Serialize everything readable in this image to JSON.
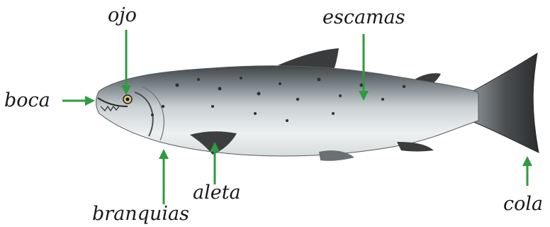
{
  "diagram": {
    "labels": {
      "ojo": "ojo",
      "escamas": "escamas",
      "boca": "boca",
      "aleta": "aleta",
      "branquias": "branquias",
      "cola": "cola"
    },
    "colors": {
      "arrow": "#2e9b3f",
      "body_light": "#eef1f1",
      "body_mid": "#b9c1c4",
      "back": "#4a4f52",
      "fin": "#3a3b3c",
      "text": "#1a1a1a"
    }
  }
}
